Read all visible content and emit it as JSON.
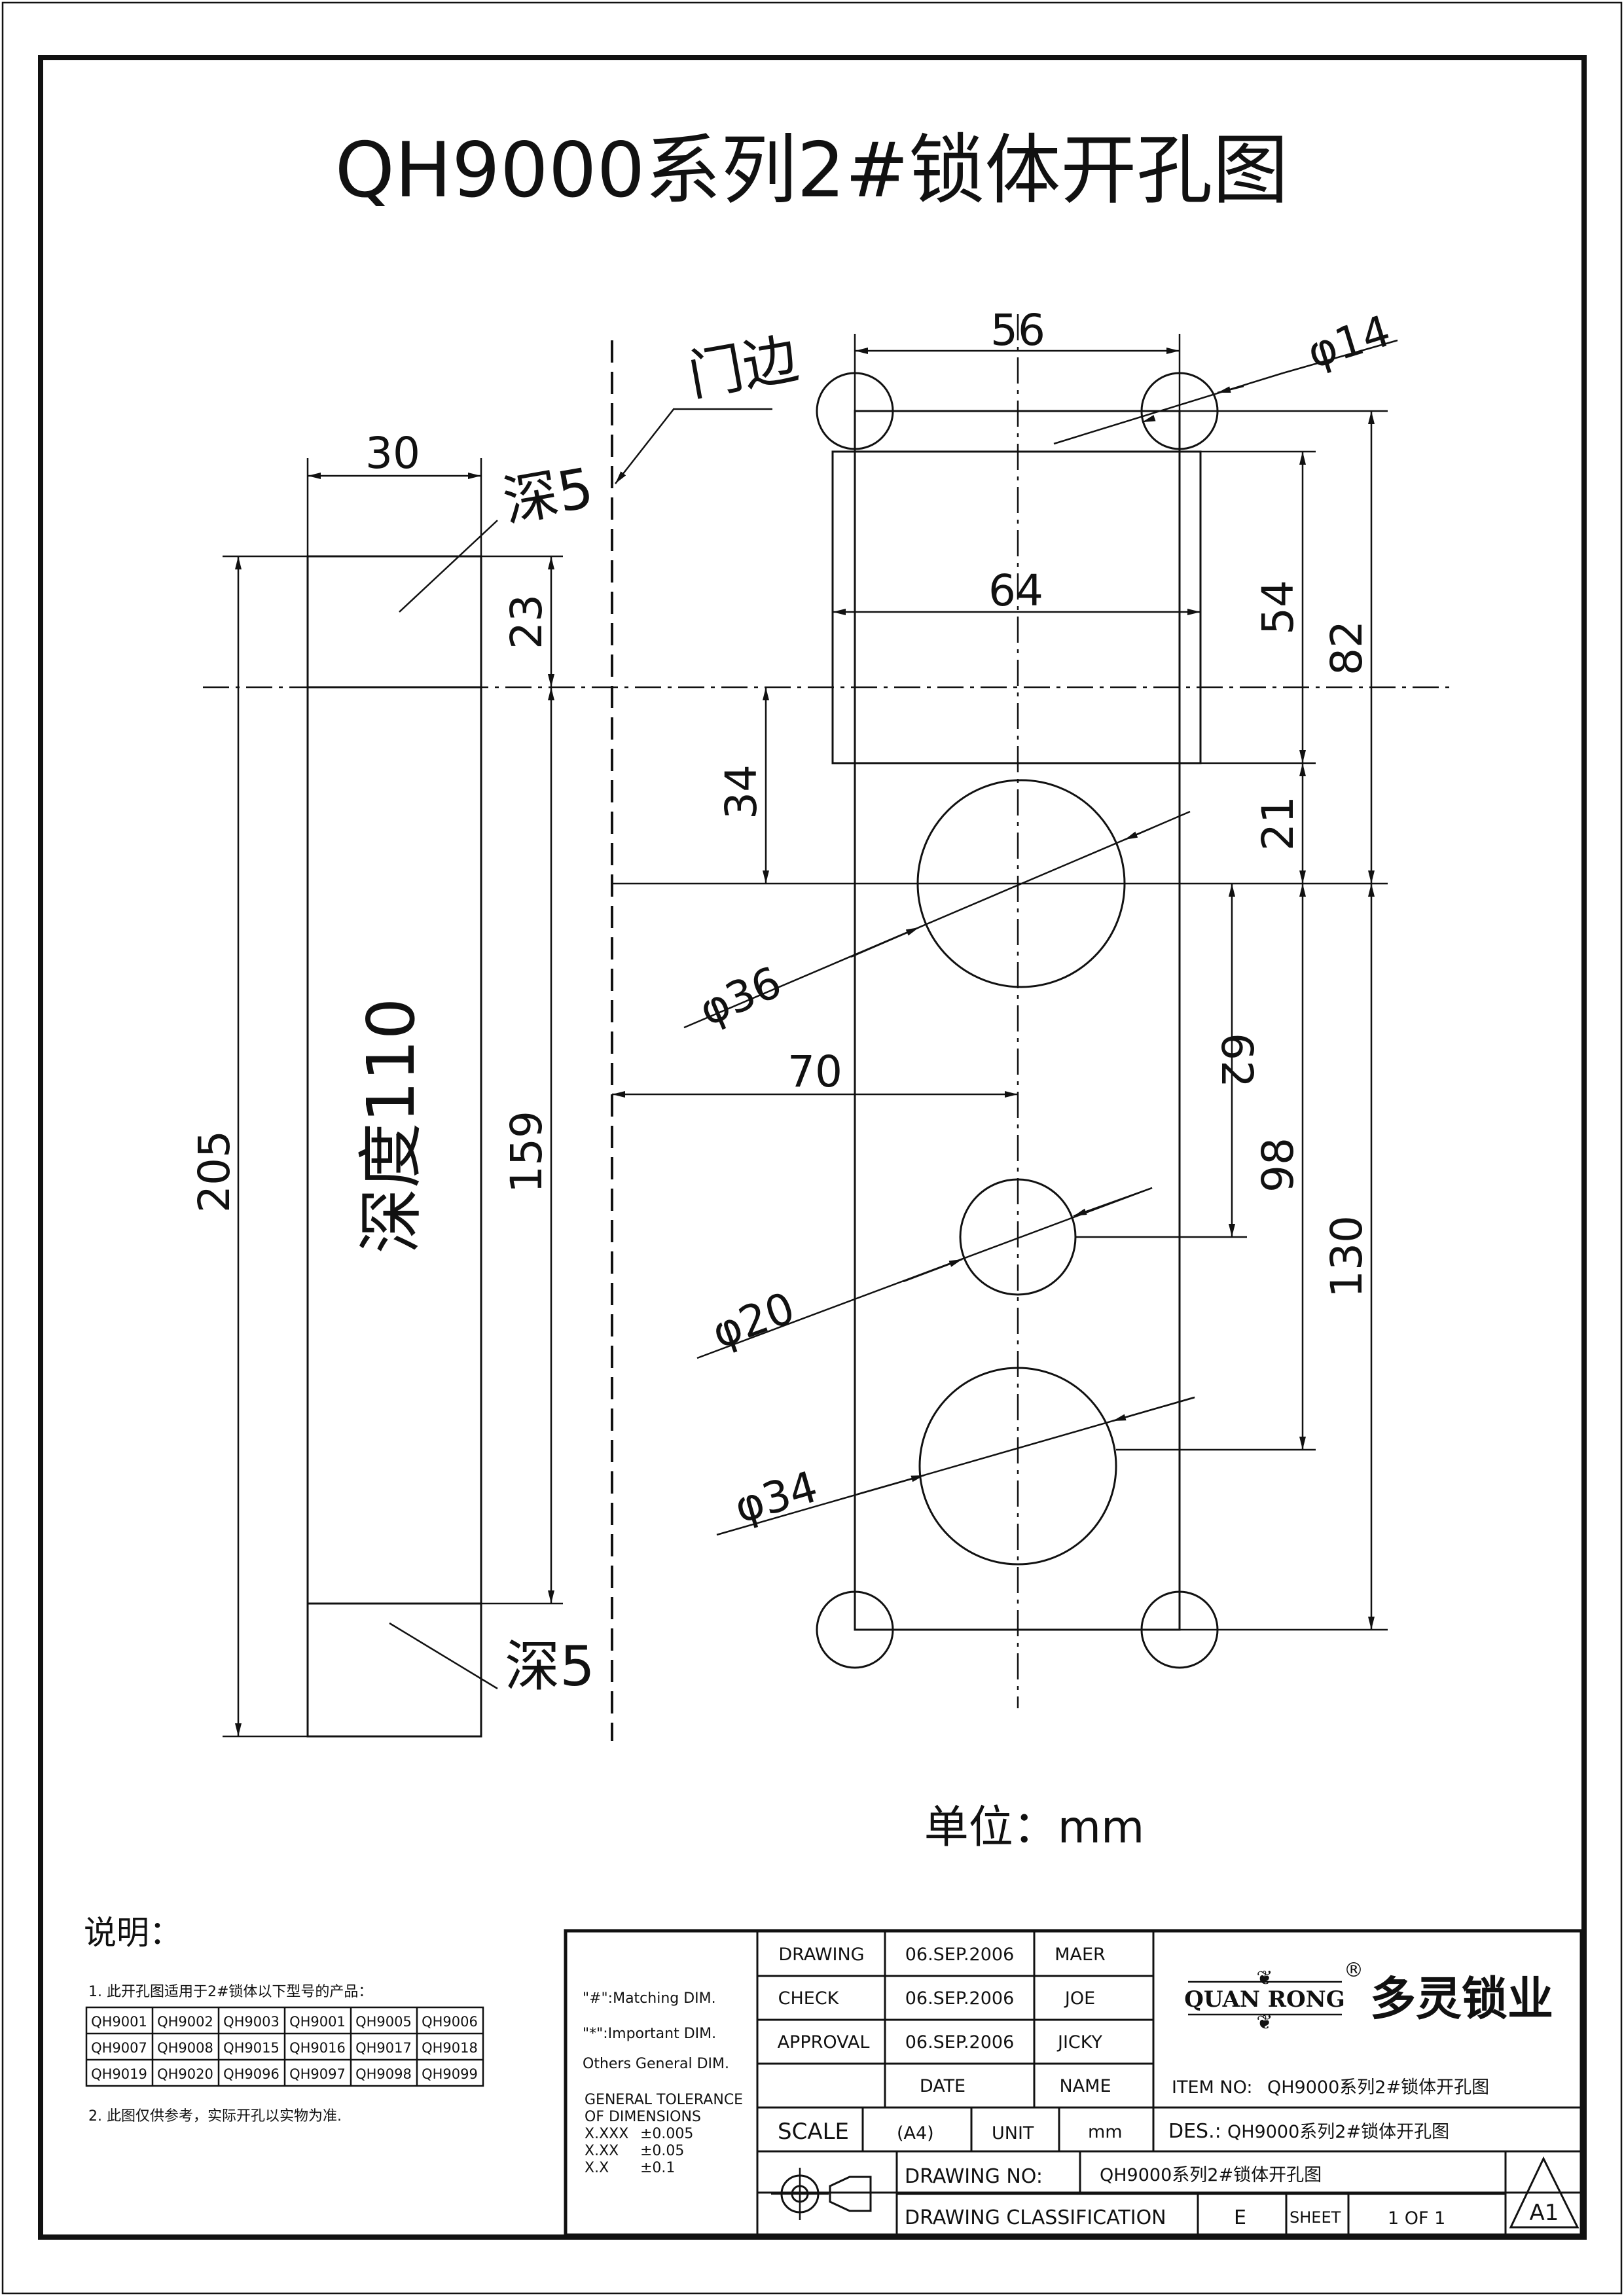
{
  "title": "QH9000系列2#锁体开孔图",
  "door_edge_label": "门边",
  "unit_label": "单位：mm",
  "dimensions": {
    "d56": "56",
    "phi14": "φ14",
    "w30": "30",
    "depth5_top": "深5",
    "d64": "64",
    "d54": "54",
    "d82": "82",
    "d23": "23",
    "d34": "34",
    "d21": "21",
    "phi36": "φ36",
    "depth110": "深度110",
    "d205": "205",
    "d159": "159",
    "d70": "70",
    "d62": "62",
    "d98": "98",
    "d130": "130",
    "phi20": "φ20",
    "phi34": "φ34",
    "depth5_bottom": "深5"
  },
  "notes": {
    "heading": "说明：",
    "note1": "1. 此开孔图适用于2#锁体以下型号的产品：",
    "models": [
      [
        "QH9001",
        "QH9002",
        "QH9003",
        "QH9001",
        "QH9005",
        "QH9006"
      ],
      [
        "QH9007",
        "QH9008",
        "QH9015",
        "QH9016",
        "QH9017",
        "QH9018"
      ],
      [
        "QH9019",
        "QH9020",
        "QH9096",
        "QH9097",
        "QH9098",
        "QH9099"
      ]
    ],
    "note2": "2. 此图仅供参考，实际开孔以实物为准."
  },
  "title_block": {
    "legend": {
      "matching": "\"#\":Matching  DIM.",
      "important": "\"*\":Important  DIM.",
      "others": "Others General  DIM.",
      "tol_heading_1": "GENERAL TOLERANCE",
      "tol_heading_2": "OF DIMENSIONS",
      "tol_rows": [
        {
          "format": "X.XXX",
          "value": "±0.005"
        },
        {
          "format": "X.XX",
          "value": "±0.05"
        },
        {
          "format": "X.X",
          "value": "±0.1"
        }
      ]
    },
    "rows": [
      {
        "role": "DRAWING",
        "date": "06.SEP.2006",
        "name": "MAER"
      },
      {
        "role": "CHECK",
        "date": "06.SEP.2006",
        "name": "JOE"
      },
      {
        "role": "APPROVAL",
        "date": "06.SEP.2006",
        "name": "JICKY"
      }
    ],
    "date_header": "DATE",
    "name_header": "NAME",
    "company_en": "QUAN RONG",
    "company_cn": "多灵锁业",
    "registered": "®",
    "item_no_label": "ITEM NO:",
    "item_no_value": "QH9000系列2#锁体开孔图",
    "scale_label": "SCALE",
    "scale_value": "(A4)",
    "unit_label": "UNIT",
    "unit_value": "mm",
    "des_label": "DES.:",
    "des_value": "QH9000系列2#锁体开孔图",
    "drawing_no_label": "DRAWING NO:",
    "drawing_no_value": "QH9000系列2#锁体开孔图",
    "classification_label": "DRAWING CLASSIFICATION",
    "classification_value": "E",
    "sheet_label": "SHEET",
    "sheet_value": "1 OF 1",
    "size_badge": "A1"
  }
}
